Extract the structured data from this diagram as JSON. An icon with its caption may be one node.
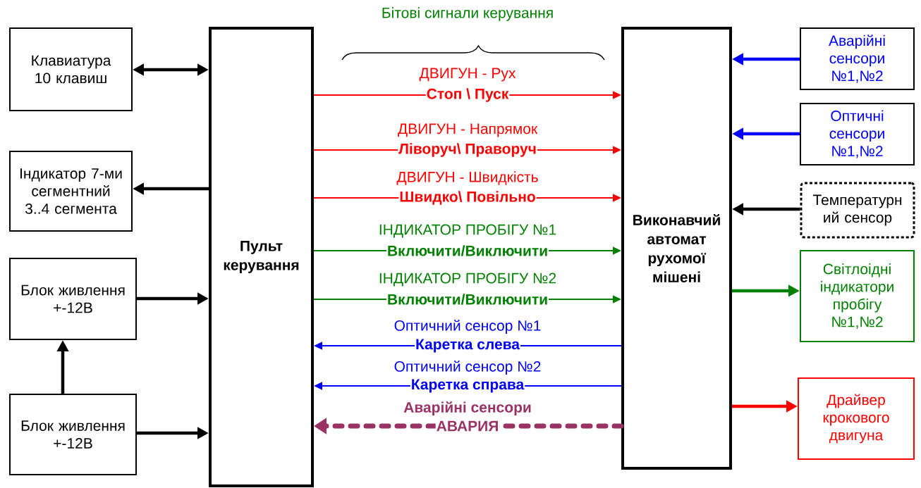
{
  "diagram": {
    "nodes": [
      {
        "text": [
          "Клавиатура 10 клавиш"
        ]
      },
      {
        "text": [
          "Індикатор 7-ми сегментний 3..4 сегмента"
        ]
      },
      {
        "text": [
          "Блок живлення +-12В"
        ]
      },
      {
        "text": [
          "Блок живлення +-12В"
        ]
      },
      {
        "text": [
          "Пульт керування"
        ]
      },
      {
        "text": [
          "Виконавчий автомат рухомої мішені"
        ]
      },
      {
        "text": [
          "Аварійні сенсори №1,№2"
        ]
      },
      {
        "text": [
          "Оптичні сенсори №1,№2"
        ]
      },
      {
        "text": [
          "Температурн ий сенсор"
        ]
      },
      {
        "text": [
          "Світлоідні індикатори пробігу №1,№2"
        ]
      },
      {
        "text": [
          "Драйвер крокового двигуна"
        ]
      }
    ],
    "edges": [
      {
        "from": 0,
        "to": 4,
        "arrow": "both"
      },
      {
        "from": 4,
        "to": 1,
        "arrow": "to"
      },
      {
        "from": 2,
        "to": 4,
        "arrow": "to"
      },
      {
        "from": 3,
        "to": 2,
        "arrow": "to"
      },
      {
        "from": 3,
        "to": 4,
        "arrow": "to"
      },
      {
        "from": 4,
        "to": 5,
        "arrow": "to",
        "label": "Стоп \\ Пуск",
        "color": "#ff0000"
      },
      {
        "from": 4,
        "to": 5,
        "arrow": "to",
        "label": "Ліворуч\\ Праворуч",
        "color": "#ff0000"
      },
      {
        "from": 4,
        "to": 5,
        "arrow": "to",
        "label": "Швидко\\ Повільно",
        "color": "#ff0000"
      },
      {
        "from": 4,
        "to": 5,
        "arrow": "to",
        "label": "Включити/Виключити",
        "color": "#008000"
      },
      {
        "from": 4,
        "to": 5,
        "arrow": "to",
        "label": "Включити/Виключити",
        "color": "#008000"
      },
      {
        "from": 5,
        "to": 4,
        "arrow": "to",
        "label": "Каретка слева",
        "color": "#0000ff"
      },
      {
        "from": 5,
        "to": 4,
        "arrow": "to",
        "label": "Каретка справа",
        "color": "#0000ff"
      },
      {
        "from": 5,
        "to": 4,
        "arrow": "to",
        "label": "АВАРИЯ",
        "style": "dashed",
        "color": "#993366"
      },
      {
        "from": 6,
        "to": 5,
        "arrow": "to",
        "color": "#0000ff"
      },
      {
        "from": 7,
        "to": 5,
        "arrow": "to",
        "color": "#0000ff"
      },
      {
        "from": 8,
        "to": 5,
        "arrow": "to"
      },
      {
        "from": 5,
        "to": 9,
        "arrow": "to",
        "color": "#008000"
      },
      {
        "from": 5,
        "to": 10,
        "arrow": "to",
        "color": "#ff0000"
      }
    ],
    "labels": [
      "Бітові сигнали керування",
      "ДВИГУН - Рух",
      "ДВИГУН - Напрямок",
      "ДВИГУН - Швидкість",
      "ІНДИКАТОР ПРОБІГУ №1",
      "ІНДИКАТОР ПРОБІГУ №2",
      "Оптичний сенсор №1",
      "Оптичний сенсор №2",
      "Аварійні сенсори"
    ]
  }
}
